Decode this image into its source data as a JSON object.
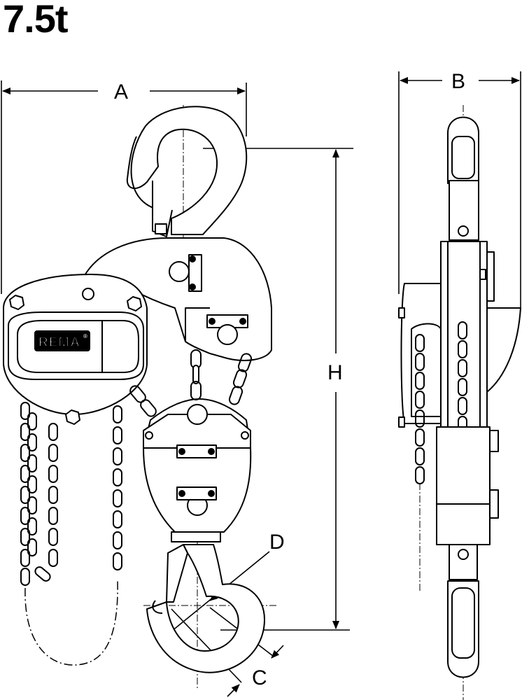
{
  "capacity": "7.5t",
  "brand": "REMA",
  "brand_mark": "®",
  "dimensions": {
    "a": "A",
    "b": "B",
    "c": "C",
    "d": "D",
    "h": "H"
  },
  "colors": {
    "line": "#000000",
    "fill": "#ffffff",
    "logo": "#000000"
  }
}
